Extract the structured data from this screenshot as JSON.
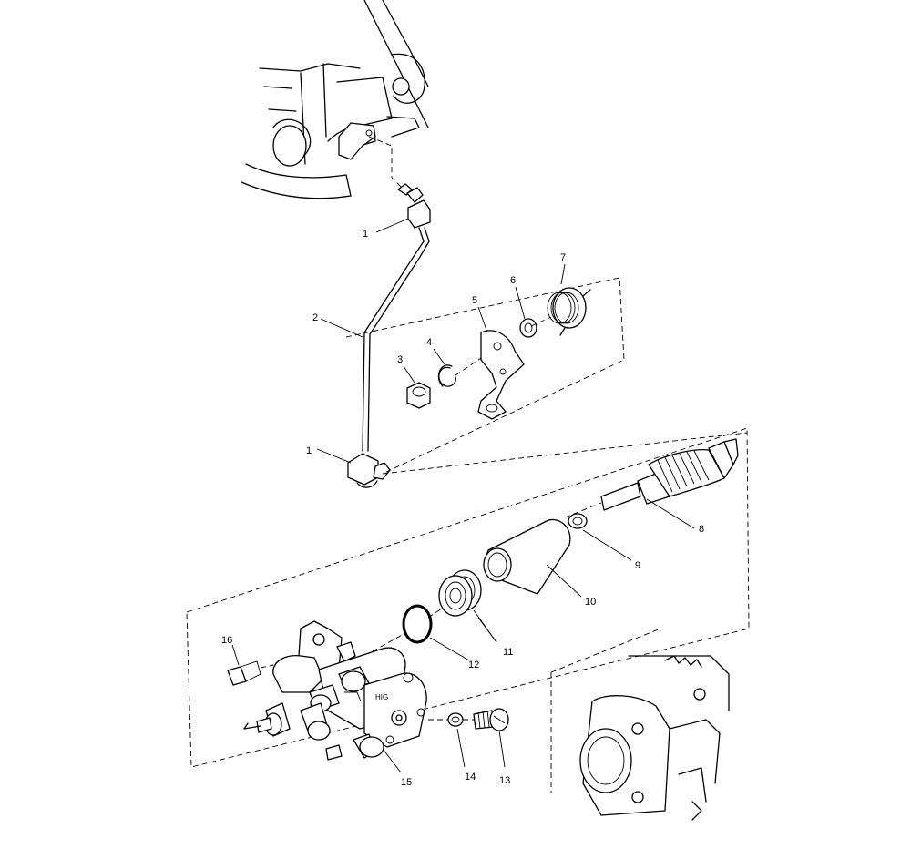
{
  "callouts": [
    {
      "id": "c1a",
      "label": "1"
    },
    {
      "id": "c1b",
      "label": "1"
    },
    {
      "id": "c2",
      "label": "2"
    },
    {
      "id": "c3",
      "label": "3"
    },
    {
      "id": "c4",
      "label": "4"
    },
    {
      "id": "c5",
      "label": "5"
    },
    {
      "id": "c6",
      "label": "6"
    },
    {
      "id": "c7",
      "label": "7"
    },
    {
      "id": "c8",
      "label": "8"
    },
    {
      "id": "c9",
      "label": "9"
    },
    {
      "id": "c10",
      "label": "10"
    },
    {
      "id": "c11",
      "label": "11"
    },
    {
      "id": "c12",
      "label": "12"
    },
    {
      "id": "c13",
      "label": "13"
    },
    {
      "id": "c14",
      "label": "14"
    },
    {
      "id": "c15",
      "label": "15"
    },
    {
      "id": "c16",
      "label": "16"
    }
  ],
  "colors": {
    "line": "#000000",
    "background": "#ffffff"
  }
}
